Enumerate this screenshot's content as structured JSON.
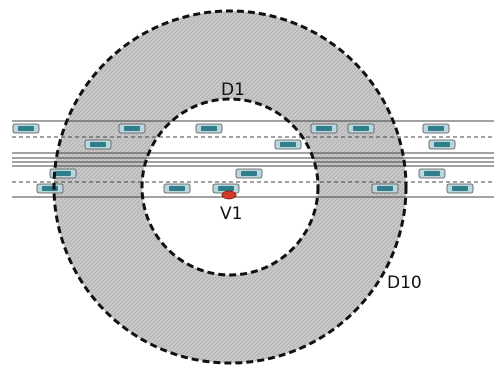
{
  "diagram": {
    "labels": {
      "inner_ring": "D1",
      "outer_ring": "D10",
      "ego_vehicle": "V1"
    },
    "colors": {
      "annulus_fill": "#c9c9c9",
      "hatch_line": "#b3b3b3",
      "ring_stroke": "#111111",
      "road_line": "#444444",
      "car_body": "#b9d7dc",
      "car_window": "#2f7e8a",
      "car_outline": "#555555",
      "ego_car": "#d23a2a"
    },
    "road": {
      "carriageways": 2,
      "lanes_per_carriageway": 2
    }
  }
}
